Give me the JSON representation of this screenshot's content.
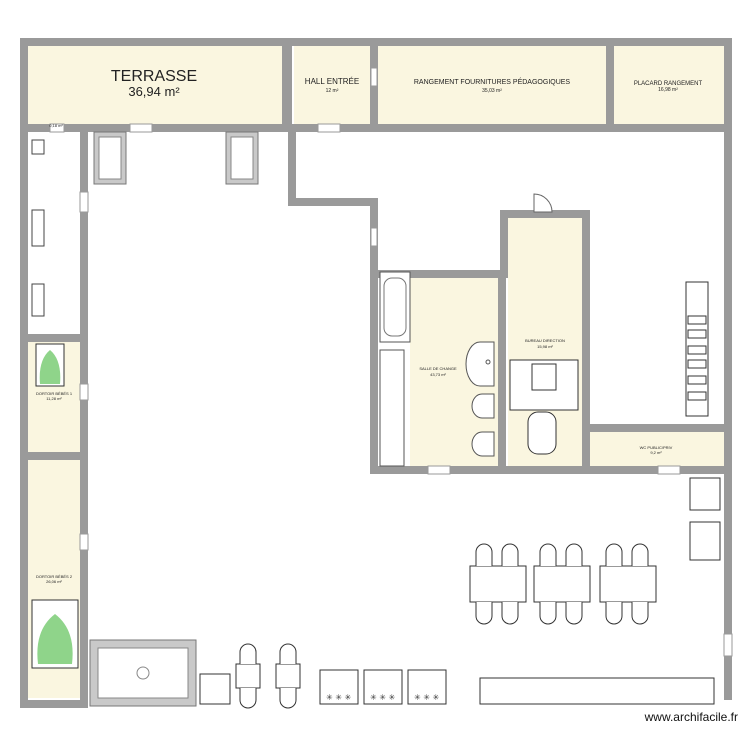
{
  "rooms": {
    "terrasse": {
      "name": "TERRASSE",
      "area": "36,94 m²"
    },
    "hall": {
      "name": "HALL ENTRÉE",
      "area": "12 m²"
    },
    "rangement": {
      "name": "RANGEMENT FOURNITURES PÉDAGOGIQUES",
      "area": "35,03 m²"
    },
    "placard": {
      "name": "PLACARD RANGEMENT",
      "area": "16,98 m²"
    },
    "small_corner": {
      "area": "0,18 m²"
    },
    "bureau": {
      "name": "BUREAU DIRECTION",
      "area": "15,98 m²"
    },
    "salle_change": {
      "name": "SALLE DE CHANGE",
      "area": "43,73 m²"
    },
    "wc_public": {
      "name": "WC PUBLIC/PRIV",
      "area": "9,2 m²"
    },
    "dortoir1": {
      "name": "DORTOIR BÉBÉS 1",
      "area": "11,28 m²"
    },
    "dortoir2": {
      "name": "DORTOIR BÉBÉS 2",
      "area": "26,06 m²"
    }
  },
  "watermark": "www.archifacile.fr",
  "colors": {
    "wall": "#9a9a9a",
    "room_fill": "#faf6e0",
    "room_border": "#d8d0a8",
    "furniture_fill": "#ffffff",
    "rug_fill": "#c9c9c9",
    "green": "#8fd48a"
  }
}
